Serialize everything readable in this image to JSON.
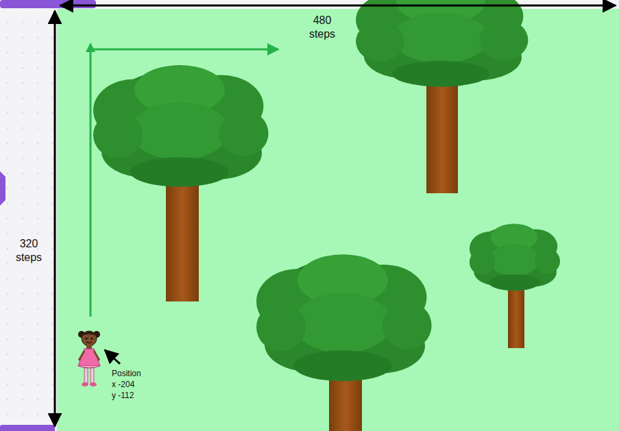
{
  "diagram": {
    "labels": [
      "480 steps",
      "320 steps",
      "Position",
      "x -204",
      "y -112"
    ]
  }
}
